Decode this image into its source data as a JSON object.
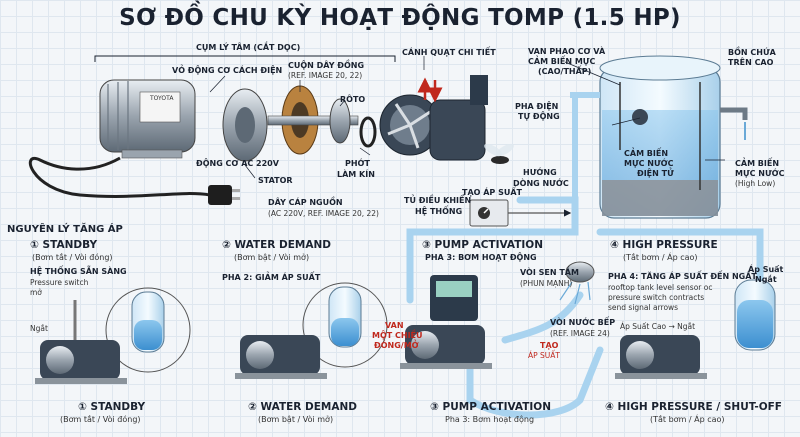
{
  "title": "SƠ ĐỒ CHU KỲ HOẠT ĐỘNG TOMP (1.5 HP)",
  "exploded": {
    "bracket": "CỤM LÝ TÂM (CẮT DỌC)",
    "motor_housing": "VỎ ĐỘNG CƠ CÁCH ĐIỆN",
    "coil_1": "CUỘN DÂY ĐỒNG",
    "coil_2": "(REF. IMAGE 20, 22)",
    "rotor": "RÔTO",
    "motor_ac": "ĐỘNG CƠ AC 220V",
    "stator": "STATOR",
    "seal_1": "PHỚT",
    "seal_2": "LÀM KÍN",
    "cable_1": "DÂY CÁP NGUỒN",
    "cable_2": "(AC 220V, REF. IMAGE 20, 22)",
    "impeller": "CÁNH QUẠT CHI TIẾT",
    "control_1": "TỦ ĐIỀU KHIỂN",
    "control_2": "HỆ THỐNG",
    "pressure_make": "TẠO ÁP SUẤT",
    "flow_1": "HƯỚNG",
    "flow_2": "DÒNG NƯỚC",
    "brand": "TOYOTA"
  },
  "tank": {
    "float_1": "VAN PHAO CƠ VÀ",
    "float_2": "CẢM BIẾN MỰC",
    "float_3": "(CAO/THẤP)",
    "tank_1": "BỒN CHỨA",
    "tank_2": "TRÊN CAO",
    "auto_1": "PHA ĐIỆN",
    "auto_2": "TỰ ĐỘNG",
    "sensor_1": "CẢM BIẾN",
    "sensor_2": "MỰC NƯỚC",
    "sensor_3": "ĐIỆN TỬ",
    "side_1": "CẢM BIẾN",
    "side_2": "MỰC NƯỚC",
    "side_3": "(High Low)"
  },
  "principle": "NGUYÊN LÝ TĂNG ÁP",
  "stages": [
    {
      "num": "1",
      "title": "STANDBY",
      "sub": "(Bơm tắt / Vòi đóng)"
    },
    {
      "num": "2",
      "title": "WATER DEMAND",
      "sub": "(Bơm bật / Vòi mở)"
    },
    {
      "num": "3",
      "title": "PUMP ACTIVATION",
      "sub": "PHA 3: BƠM HOẠT ĐỘNG"
    },
    {
      "num": "4",
      "title": "HIGH PRESSURE",
      "sub": "(Tắt bơm / Áp cao)"
    }
  ],
  "stage_detail": {
    "s1_ready": "HỆ THỐNG SẴN SÀNG",
    "s1_ps_1": "Pressure switch",
    "s1_ps_2": "mở",
    "s1_nga": "Ngắt",
    "s2_phase": "PHA 2: GIẢM ÁP SUẤT",
    "s3_shower_1": "VÒI SEN TẮM",
    "s3_shower_2": "(PHUN MẠNH)",
    "s3_kitchen_1": "VÒI NƯỚC BẾP",
    "s3_kitchen_2": "(REF. IMAGE 24)",
    "s3_valve_1": "VAN",
    "s3_valve_2": "MỘT CHIỀU",
    "s3_valve_3": "ĐÓNG/MỞ",
    "s3_tao_1": "TẠO",
    "s3_tao_2": "ÁP SUẤT",
    "s4_phase": "PHA 4: TĂNG ÁP SUẤT ĐẾN NGẮT",
    "s4_desc_1": "rooftop tank level sensor oc",
    "s4_desc_2": "pressure switch contracts",
    "s4_desc_3": "send signal arrows",
    "s4_high": "Áp Suất Cao → Ngắt",
    "s4_side_1": "Áp Suất",
    "s4_side_2": "Ngắt"
  },
  "bottom": [
    {
      "num": "1",
      "title": "STANDBY",
      "sub": "(Bơm tắt / Vòi đóng)"
    },
    {
      "num": "2",
      "title": "WATER DEMAND",
      "sub": "(Bơm bật / Vòi mở)"
    },
    {
      "num": "3",
      "title": "PUMP ACTIVATION",
      "sub": "Pha 3: Bơm hoạt động"
    },
    {
      "num": "4",
      "title": "HIGH PRESSURE / SHUT-OFF",
      "sub": "(Tắt bơm / Áp cao)"
    }
  ],
  "colors": {
    "pipe": "#a9d3ef",
    "water": "#5aa9df",
    "metal": "#9aa4ae",
    "dark": "#2c3a4a",
    "red": "#c0281d"
  }
}
